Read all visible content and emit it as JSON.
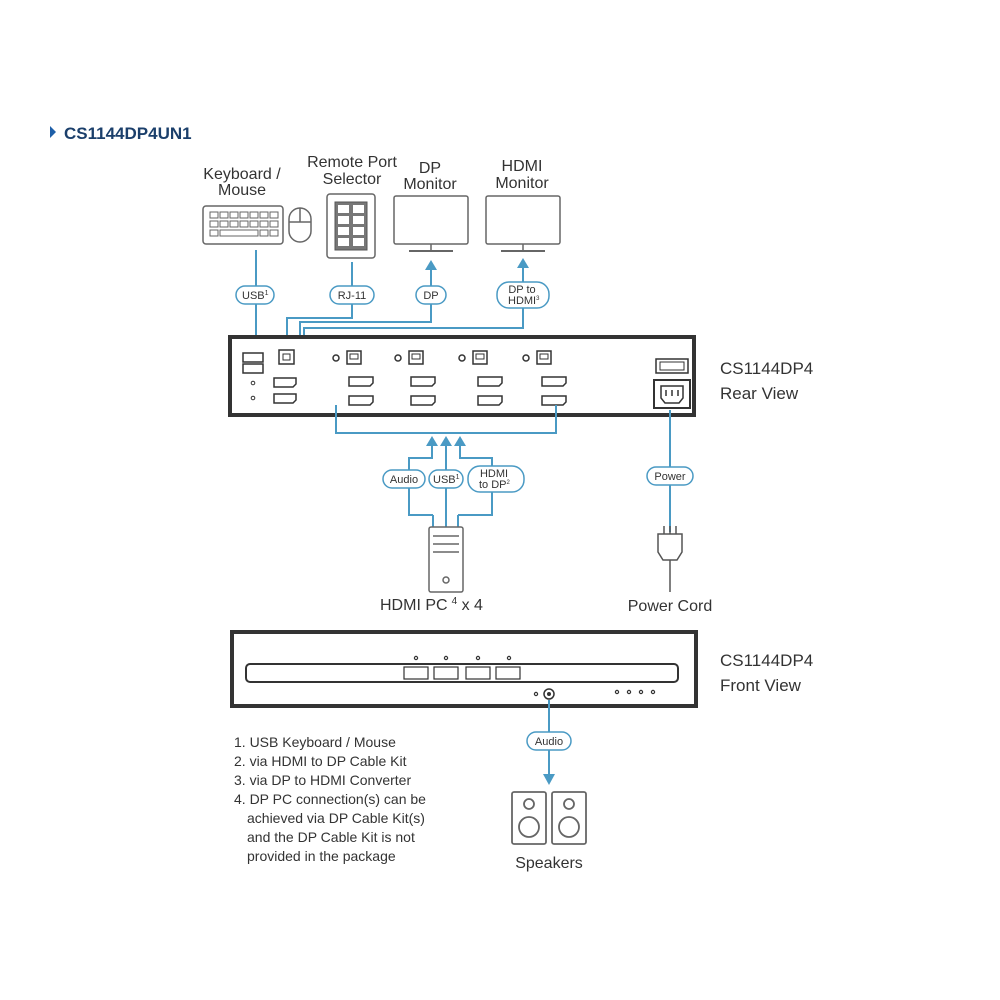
{
  "title": "CS1144DP4UN1",
  "devices": {
    "keyboard_mouse": [
      "Keyboard /",
      "Mouse"
    ],
    "remote_port_selector": [
      "Remote Port",
      "Selector"
    ],
    "dp_monitor": [
      "DP",
      "Monitor"
    ],
    "hdmi_monitor": [
      "HDMI",
      "Monitor"
    ],
    "hdmi_pc": {
      "text": "HDMI PC",
      "sup": "4",
      "suffix": " x 4"
    },
    "power_cord": "Power Cord",
    "speakers": "Speakers"
  },
  "connectors": {
    "usb_top": {
      "text": "USB",
      "sup": "1"
    },
    "rj11": "RJ-11",
    "dp": "DP",
    "dp_to_hdmi": {
      "line1": "DP to",
      "line2": "HDMI",
      "sup": "3"
    },
    "audio_pc": "Audio",
    "usb_pc": {
      "text": "USB",
      "sup": "1"
    },
    "hdmi_to_dp": {
      "line1": "HDMI",
      "line2": "to DP",
      "sup": "2"
    },
    "power": "Power",
    "audio_front": "Audio"
  },
  "views": {
    "rear": [
      "CS1144DP4",
      "Rear View"
    ],
    "front": [
      "CS1144DP4",
      "Front View"
    ]
  },
  "notes": [
    "1. USB Keyboard / Mouse",
    "2. via HDMI to DP Cable Kit",
    "3. via DP to HDMI Converter",
    "4. DP PC connection(s) can be",
    "achieved via DP Cable Kit(s)",
    "and the DP Cable Kit is not",
    "provided in the package"
  ],
  "colors": {
    "line_blue": "#4a9ac4",
    "title_blue": "#1b3f6b",
    "arrow_blue": "#1e5fa8",
    "device_gray": "#666666"
  }
}
